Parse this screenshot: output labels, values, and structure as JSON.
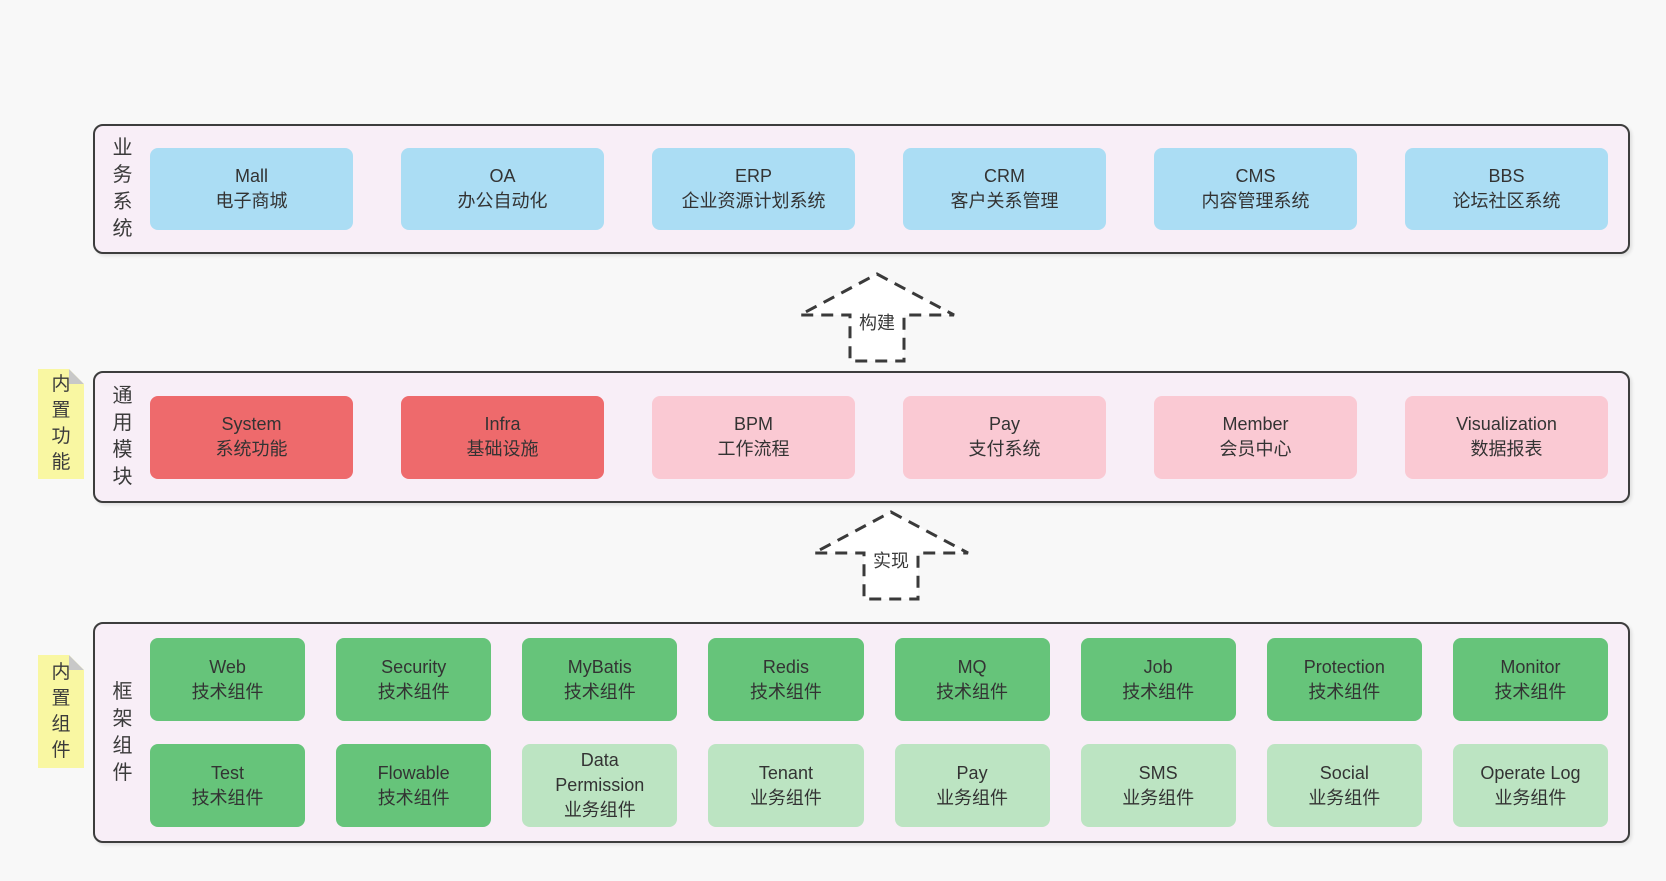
{
  "colors": {
    "page_bg": "#f8f8f8",
    "layer_bg": "#f8eef7",
    "layer_border": "#3d3d3d",
    "blue_box": "#abddf4",
    "red_box": "#ee6a6c",
    "pink_box": "#fac9d3",
    "green_dark_box": "#66c47a",
    "green_light_box": "#bce4c2",
    "sticky_yellow": "#f9f7a2",
    "sticky_fold": "#c8c8c8",
    "text": "#333333"
  },
  "arrows": {
    "build": {
      "label": "构建"
    },
    "implement": {
      "label": "实现"
    }
  },
  "business": {
    "label": "业务系统",
    "boxes": [
      {
        "en": "Mall",
        "zh": "电子商城"
      },
      {
        "en": "OA",
        "zh": "办公自动化"
      },
      {
        "en": "ERP",
        "zh": "企业资源计划系统"
      },
      {
        "en": "CRM",
        "zh": "客户关系管理"
      },
      {
        "en": "CMS",
        "zh": "内容管理系统"
      },
      {
        "en": "BBS",
        "zh": "论坛社区系统"
      }
    ]
  },
  "modules": {
    "label": "通用模块",
    "sticky": "内置功能",
    "boxes": [
      {
        "en": "System",
        "zh": "系统功能",
        "tone": "red"
      },
      {
        "en": "Infra",
        "zh": "基础设施",
        "tone": "red"
      },
      {
        "en": "BPM",
        "zh": "工作流程",
        "tone": "pink"
      },
      {
        "en": "Pay",
        "zh": "支付系统",
        "tone": "pink"
      },
      {
        "en": "Member",
        "zh": "会员中心",
        "tone": "pink"
      },
      {
        "en": "Visualization",
        "zh": "数据报表",
        "tone": "pink"
      }
    ]
  },
  "components": {
    "label": "框架组件",
    "sticky": "内置组件",
    "row1": [
      {
        "en": "Web",
        "zh": "技术组件"
      },
      {
        "en": "Security",
        "zh": "技术组件"
      },
      {
        "en": "MyBatis",
        "zh": "技术组件"
      },
      {
        "en": "Redis",
        "zh": "技术组件"
      },
      {
        "en": "MQ",
        "zh": "技术组件"
      },
      {
        "en": "Job",
        "zh": "技术组件"
      },
      {
        "en": "Protection",
        "zh": "技术组件"
      },
      {
        "en": "Monitor",
        "zh": "技术组件"
      }
    ],
    "row2": [
      {
        "en": "Test",
        "zh": "技术组件",
        "tone": "dark"
      },
      {
        "en": "Flowable",
        "zh": "技术组件",
        "tone": "dark"
      },
      {
        "en": "Data Permission",
        "zh": "业务组件",
        "tone": "light"
      },
      {
        "en": "Tenant",
        "zh": "业务组件",
        "tone": "light"
      },
      {
        "en": "Pay",
        "zh": "业务组件",
        "tone": "light"
      },
      {
        "en": "SMS",
        "zh": "业务组件",
        "tone": "light"
      },
      {
        "en": "Social",
        "zh": "业务组件",
        "tone": "light"
      },
      {
        "en": "Operate Log",
        "zh": "业务组件",
        "tone": "light"
      }
    ]
  }
}
